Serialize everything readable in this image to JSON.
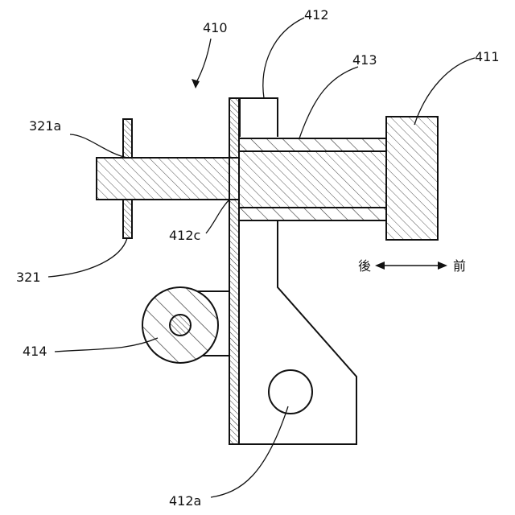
{
  "labels": {
    "assembly": "410",
    "bracket": "412",
    "sleeve": "413",
    "knob": "411",
    "plate_edge": "321a",
    "plate": "321",
    "bracket_edge": "412c",
    "roller": "414",
    "bracket_hole": "412a"
  },
  "direction": {
    "rear": "後",
    "front": "前"
  }
}
